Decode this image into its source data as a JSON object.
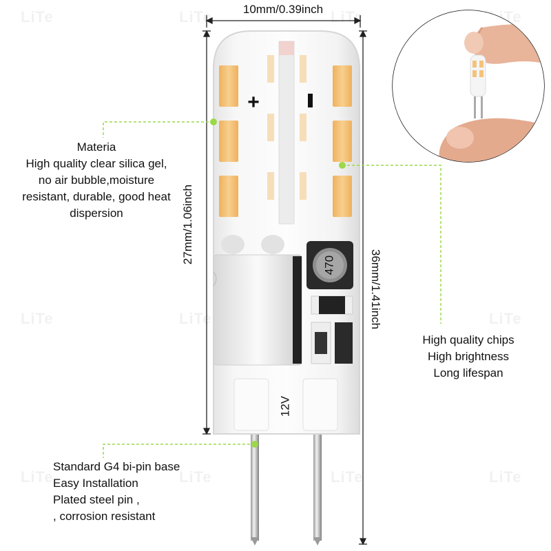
{
  "dimensions": {
    "width_label": "10mm/0.39inch",
    "body_height_label": "27mm/1.06inch",
    "total_height_label": "36mm/1.41inch"
  },
  "bulb": {
    "voltage_marking": "12V",
    "chip_marking": "470",
    "plus_symbol": "+",
    "minus_symbol": "-"
  },
  "callouts": {
    "material": {
      "lines": [
        "Materia",
        "High quality clear silica gel,",
        "no air bubble,moisture",
        "resistant, durable, good heat",
        "dispersion"
      ]
    },
    "chips": {
      "lines": [
        "High quality chips",
        "High brightness",
        "Long lifespan"
      ]
    },
    "base": {
      "lines": [
        "Standard G4 bi-pin base",
        "Easy Installation",
        "Plated steel pin ,",
        ", corrosion resistant"
      ]
    }
  },
  "watermark": "LiTe",
  "colors": {
    "led_amber": "#f4c27a",
    "callout_green": "#9bd84a",
    "dimension_line": "#222222"
  }
}
